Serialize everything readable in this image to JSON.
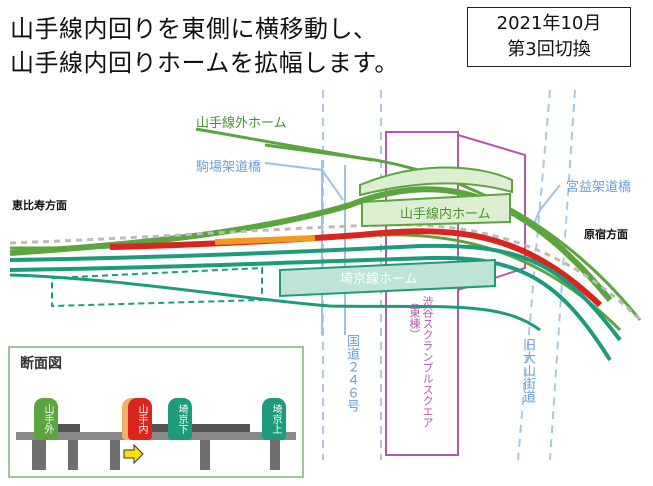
{
  "headline": {
    "line1": "山手線内回りを東側に横移動し、",
    "line2": "山手線内回りホームを拡幅します。"
  },
  "date_box": {
    "line1": "2021年10月",
    "line2": "第3回切換"
  },
  "labels": {
    "yamanote_outer_platform": "山手線外ホーム",
    "komaba_bridge": "駒場架道橋",
    "ebisu": "恵比寿方面",
    "yamanote_inner_platform": "山手線内ホーム",
    "miyamasu_bridge": "宮益架道橋",
    "harajuku": "原宿方面",
    "saikyo_platform": "埼京線ホーム",
    "scramble_square": "渋谷スクランブルスクエア（東棟）",
    "route246": "国道２４６号",
    "old_oyama": "旧大山街道"
  },
  "inset": {
    "title": "断面図",
    "tracks": [
      "山手外",
      "山手内",
      "埼京下",
      "埼京上"
    ]
  },
  "colors": {
    "yamanote_green": "#5aa53e",
    "teal": "#1e9a7c",
    "red": "#d9261c",
    "orange": "#f19a1f",
    "purple": "#b25aa8",
    "light_blue": "#9cc3e6"
  }
}
